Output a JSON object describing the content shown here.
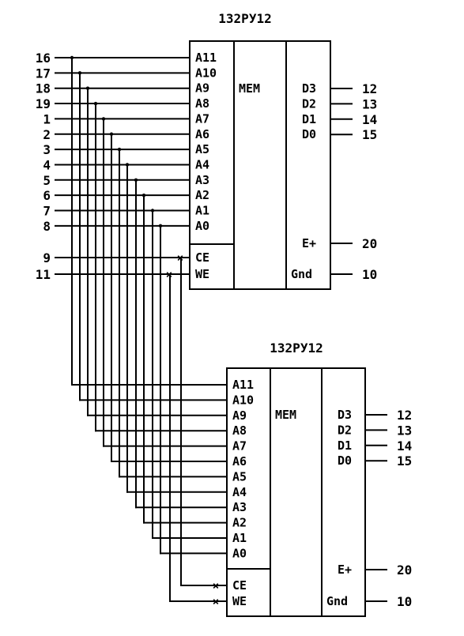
{
  "chips": [
    {
      "title": "132РУ12",
      "core_label": "MEM",
      "address_pins": [
        "A11",
        "A10",
        "A9",
        "A8",
        "A7",
        "A6",
        "A5",
        "A4",
        "A3",
        "A2",
        "A1",
        "A0"
      ],
      "control_pins": [
        "CE",
        "WE"
      ],
      "data_pins": [
        "D3",
        "D2",
        "D1",
        "D0"
      ],
      "power_pins": [
        "E+",
        "Gnd"
      ],
      "address_pin_numbers": [
        "16",
        "17",
        "18",
        "19",
        "1",
        "2",
        "3",
        "4",
        "5",
        "6",
        "7",
        "8"
      ],
      "control_pin_numbers": [
        "9",
        "11"
      ],
      "data_pin_numbers": [
        "12",
        "13",
        "14",
        "15"
      ],
      "power_pin_numbers": [
        "20",
        "10"
      ]
    },
    {
      "title": "132РУ12",
      "core_label": "MEM",
      "address_pins": [
        "A11",
        "A10",
        "A9",
        "A8",
        "A7",
        "A6",
        "A5",
        "A4",
        "A3",
        "A2",
        "A1",
        "A0"
      ],
      "control_pins": [
        "CE",
        "WE"
      ],
      "data_pins": [
        "D3",
        "D2",
        "D1",
        "D0"
      ],
      "power_pins": [
        "E+",
        "Gnd"
      ],
      "data_pin_numbers": [
        "12",
        "13",
        "14",
        "15"
      ],
      "power_pin_numbers": [
        "20",
        "10"
      ]
    }
  ],
  "connection_mark": "×"
}
